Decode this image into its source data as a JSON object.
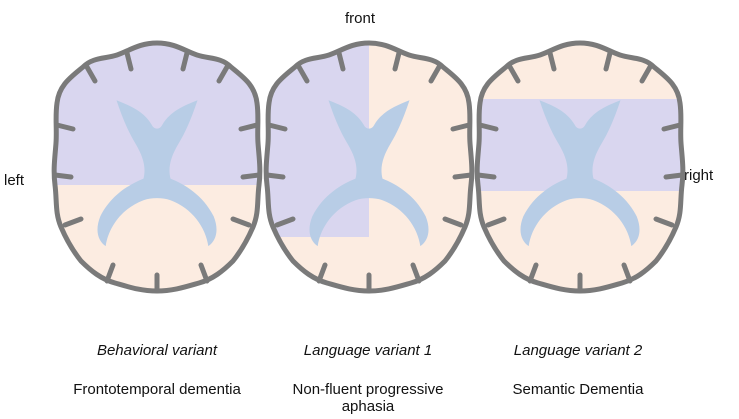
{
  "orientation": {
    "front": "front",
    "left": "left",
    "right": "right"
  },
  "panels": [
    {
      "variant": "Behavioral variant",
      "disease": "Frontotemporal dementia",
      "affected_region": "bilateral frontal"
    },
    {
      "variant": "Language variant 1",
      "disease": "Non-fluent progressive aphasia",
      "affected_region": "left frontal"
    },
    {
      "variant": "Language variant 2",
      "disease": "Semantic Dementia",
      "affected_region": "bilateral temporal"
    }
  ],
  "colors": {
    "brain_fill": "#fcece1",
    "brain_outline": "#7a7a7a",
    "affected": "#d9d6ef",
    "ventricles": "#b8cde6"
  }
}
